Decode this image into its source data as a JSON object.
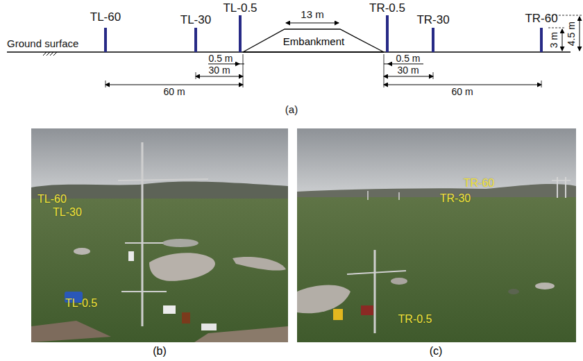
{
  "diagram": {
    "nodes": [
      {
        "text": [
          "Embankment"
        ]
      },
      {
        "text": [
          "TL-60",
          "TL-30",
          "TL-0.5",
          "(b)"
        ]
      },
      {
        "text": [
          "TR-60",
          "TR-30",
          "TR-0.5",
          "(c)"
        ]
      }
    ],
    "labels": [
      "TL-60",
      "TL-30",
      "TL-0.5",
      "TR-0.5",
      "TR-30",
      "TR-60",
      "Ground surface",
      "13 m",
      "0.5 m",
      "30 m",
      "60 m",
      "0.5 m",
      "30 m",
      "60 m",
      "3 m",
      "4.5 m",
      "(a)"
    ]
  }
}
